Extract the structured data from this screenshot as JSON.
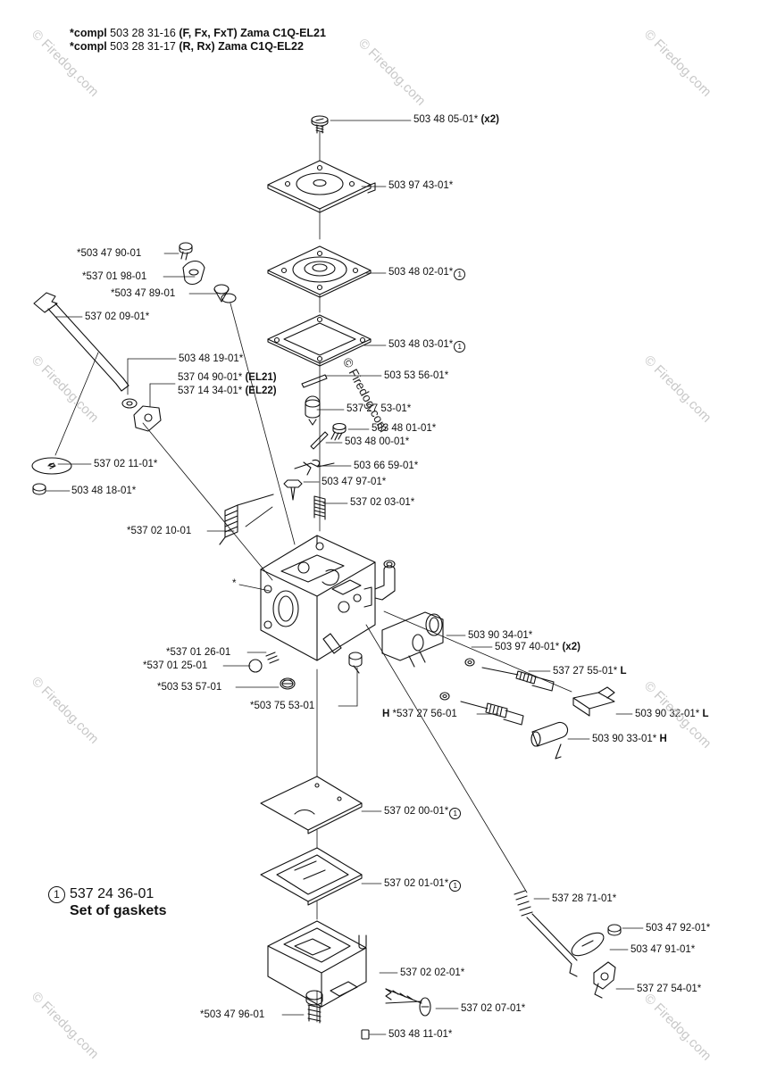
{
  "header": {
    "line1_prefix": "*compl",
    "line1_number": "503 28 31-16",
    "line1_suffix": "(F, Fx, FxT) Zama C1Q-EL21",
    "line2_prefix": "*compl",
    "line2_number": "503 28 31-17",
    "line2_suffix": "(R, Rx) Zama C1Q-EL22"
  },
  "parts": [
    {
      "id": "p01",
      "number": "503 48 05-01*",
      "suffix": "(x2)",
      "circled": ""
    },
    {
      "id": "p02",
      "number": "503 97 43-01*",
      "suffix": "",
      "circled": ""
    },
    {
      "id": "p03",
      "number": "503 48 02-01*",
      "suffix": "",
      "circled": "1"
    },
    {
      "id": "p04",
      "number": "503 48 03-01*",
      "suffix": "",
      "circled": "1"
    },
    {
      "id": "p05",
      "number": "503 53 56-01*",
      "suffix": "",
      "circled": ""
    },
    {
      "id": "p06",
      "number": "537 27 53-01*",
      "suffix": "",
      "circled": ""
    },
    {
      "id": "p07",
      "number": "503 48 01-01*",
      "suffix": "",
      "circled": ""
    },
    {
      "id": "p08",
      "number": "503 48 00-01*",
      "suffix": "",
      "circled": ""
    },
    {
      "id": "p09",
      "number": "503 66 59-01*",
      "suffix": "",
      "circled": ""
    },
    {
      "id": "p10",
      "number": "503 47 97-01*",
      "suffix": "",
      "circled": ""
    },
    {
      "id": "p11",
      "number": "537 02 03-01*",
      "suffix": "",
      "circled": ""
    },
    {
      "id": "p12",
      "number": "*503 47 90-01",
      "suffix": "",
      "circled": ""
    },
    {
      "id": "p13",
      "number": "*537 01 98-01",
      "suffix": "",
      "circled": ""
    },
    {
      "id": "p14",
      "number": "*503 47 89-01",
      "suffix": "",
      "circled": ""
    },
    {
      "id": "p15",
      "number": "537 02 09-01*",
      "suffix": "",
      "circled": ""
    },
    {
      "id": "p16",
      "number": "503 48 19-01*",
      "suffix": "",
      "circled": ""
    },
    {
      "id": "p17",
      "number": "537 04 90-01*",
      "suffix": "(EL21)",
      "circled": ""
    },
    {
      "id": "p18",
      "number": "537 14 34-01*",
      "suffix": "(EL22)",
      "circled": ""
    },
    {
      "id": "p19",
      "number": "537 02 11-01*",
      "suffix": "",
      "circled": ""
    },
    {
      "id": "p20",
      "number": "503 48 18-01*",
      "suffix": "",
      "circled": ""
    },
    {
      "id": "p21",
      "number": "*537 02 10-01",
      "suffix": "",
      "circled": ""
    },
    {
      "id": "p22",
      "number": "*",
      "suffix": "",
      "circled": ""
    },
    {
      "id": "p23",
      "number": "503 90 34-01*",
      "suffix": "",
      "circled": ""
    },
    {
      "id": "p24",
      "number": "503 97 40-01*",
      "suffix": "(x2)",
      "circled": ""
    },
    {
      "id": "p25",
      "number": "537 27 55-01*",
      "suffix": "L",
      "circled": ""
    },
    {
      "id": "p26",
      "number": "*537 01 26-01",
      "suffix": "",
      "circled": ""
    },
    {
      "id": "p27",
      "number": "*537 01 25-01",
      "suffix": "",
      "circled": ""
    },
    {
      "id": "p28",
      "number": "*503 53 57-01",
      "suffix": "",
      "circled": ""
    },
    {
      "id": "p29",
      "number": "*503 75 53-01",
      "suffix": "",
      "circled": ""
    },
    {
      "id": "p30",
      "number": "*537 27 56-01",
      "suffix": "",
      "circled": "",
      "prefix": "H"
    },
    {
      "id": "p31",
      "number": "503 90 32-01*",
      "suffix": "L",
      "circled": ""
    },
    {
      "id": "p32",
      "number": "503 90 33-01*",
      "suffix": "H",
      "circled": ""
    },
    {
      "id": "p33",
      "number": "537 02 00-01*",
      "suffix": "",
      "circled": "1"
    },
    {
      "id": "p34",
      "number": "537 02 01-01*",
      "suffix": "",
      "circled": "1"
    },
    {
      "id": "p35",
      "number": "537 28 71-01*",
      "suffix": "",
      "circled": ""
    },
    {
      "id": "p36",
      "number": "503 47 92-01*",
      "suffix": "",
      "circled": ""
    },
    {
      "id": "p37",
      "number": "503 47 91-01*",
      "suffix": "",
      "circled": ""
    },
    {
      "id": "p38",
      "number": "537 02 02-01*",
      "suffix": "",
      "circled": ""
    },
    {
      "id": "p39",
      "number": "537 02 07-01*",
      "suffix": "",
      "circled": ""
    },
    {
      "id": "p40",
      "number": "537 27 54-01*",
      "suffix": "",
      "circled": ""
    },
    {
      "id": "p41",
      "number": "*503 47 96-01",
      "suffix": "",
      "circled": ""
    },
    {
      "id": "p42",
      "number": "503 48 11-01*",
      "suffix": "",
      "circled": ""
    }
  ],
  "gasket_kit": {
    "circled": "1",
    "number": "537 24 36-01",
    "name": "Set of gaskets"
  },
  "watermark": {
    "text": "© Firedog.com"
  },
  "colors": {
    "ink": "#111111",
    "watermark": "#c8c8c8",
    "background": "#ffffff"
  }
}
